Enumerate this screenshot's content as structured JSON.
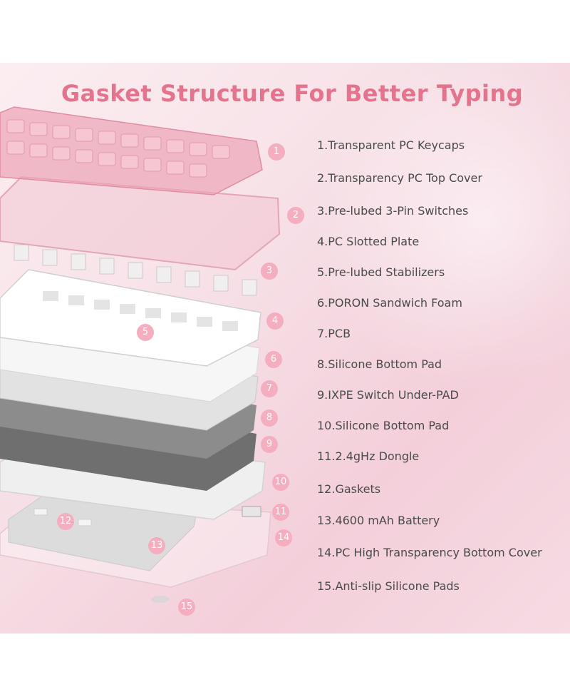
{
  "title": "Gasket Structure For Better Typing",
  "colors": {
    "title": "#e4748d",
    "badge": "#f4aebf",
    "text": "#4a4a4a",
    "background": "#f5d9e1"
  },
  "illustration": {
    "subject": "exploded view of a transparent pink mechanical keyboard",
    "badges": [
      "1",
      "2",
      "3",
      "4",
      "5",
      "6",
      "7",
      "8",
      "9",
      "10",
      "11",
      "12",
      "13",
      "14",
      "15"
    ]
  },
  "features": [
    "1.Transparent PC Keycaps",
    "2.Transparency PC Top Cover",
    "3.Pre-lubed 3-Pin Switches",
    "4.PC Slotted Plate",
    "5.Pre-lubed Stabilizers",
    "6.PORON Sandwich Foam",
    "7.PCB",
    "8.Silicone Bottom Pad",
    "9.IXPE Switch Under-PAD",
    "10.Silicone Bottom Pad",
    "11.2.4gHz Dongle",
    "12.Gaskets",
    "13.4600 mAh Battery",
    "14.PC High Transparency Bottom Cover",
    "15.Anti-slip Silicone Pads"
  ]
}
